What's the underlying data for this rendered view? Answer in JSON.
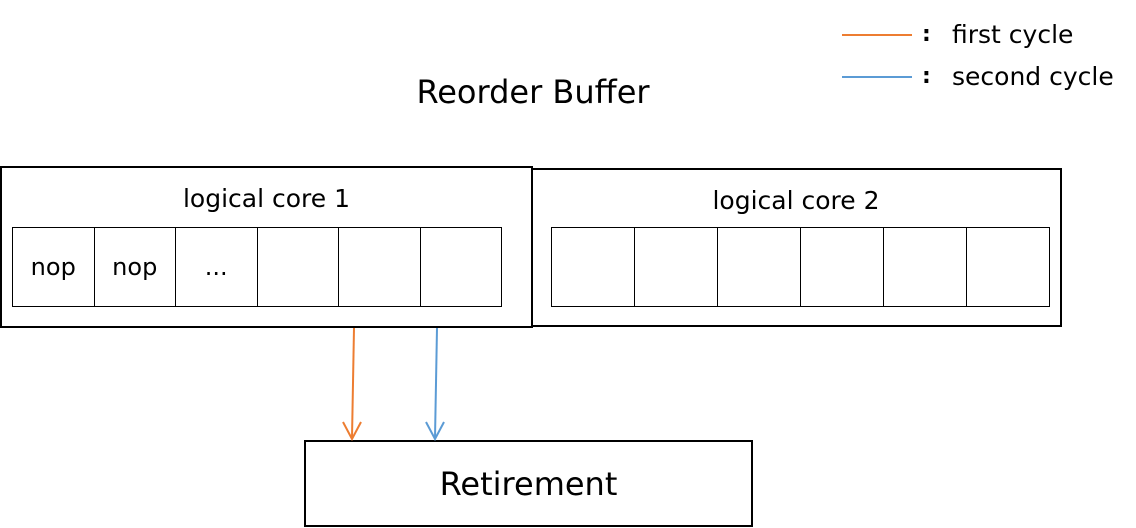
{
  "diagram": {
    "title": "Reorder Buffer",
    "legend": [
      {
        "label": "first cycle",
        "separator": ":",
        "color": "#ED7D31"
      },
      {
        "label": "second cycle",
        "separator": ":",
        "color": "#5B9BD5"
      }
    ],
    "core1": {
      "label": "logical core 1",
      "slots": [
        "nop",
        "nop",
        "...",
        "",
        "",
        ""
      ]
    },
    "core2": {
      "label": "logical core 2",
      "slots": [
        "",
        "",
        "",
        "",
        "",
        ""
      ]
    },
    "retirement": {
      "label": "Retirement"
    },
    "arrows": [
      {
        "cycle": "first cycle",
        "color": "#ED7D31"
      },
      {
        "cycle": "second cycle",
        "color": "#5B9BD5"
      }
    ]
  }
}
